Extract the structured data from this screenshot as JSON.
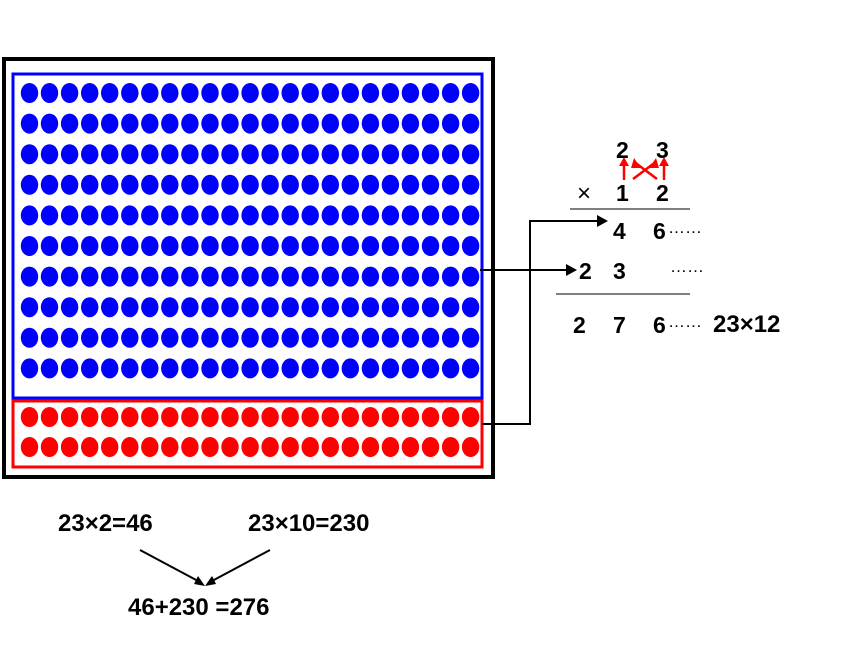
{
  "colors": {
    "outer_frame": "#000000",
    "tens_group": "#0000FF",
    "ones_group": "#FF0000",
    "connector": "#000000",
    "cross_arrows": "#FF0000"
  },
  "dot_grid": {
    "columns_per_row": 23,
    "blue_rows": 10,
    "red_rows": 2
  },
  "vertical_multiplication": {
    "multiplicand": [
      "2",
      "3"
    ],
    "multiplier_sign": "×",
    "multiplier": [
      "1",
      "2"
    ],
    "partial_one": [
      "4",
      "6"
    ],
    "partial_one_dots": "……",
    "partial_two": [
      "2",
      "3"
    ],
    "partial_two_dots": "……",
    "result": [
      "2",
      "7",
      "6"
    ],
    "result_dots": "……",
    "result_label": "23×12"
  },
  "equations": {
    "ones_product": "23×2=46",
    "tens_product": "23×10=230",
    "sum": "46+230 =276"
  }
}
